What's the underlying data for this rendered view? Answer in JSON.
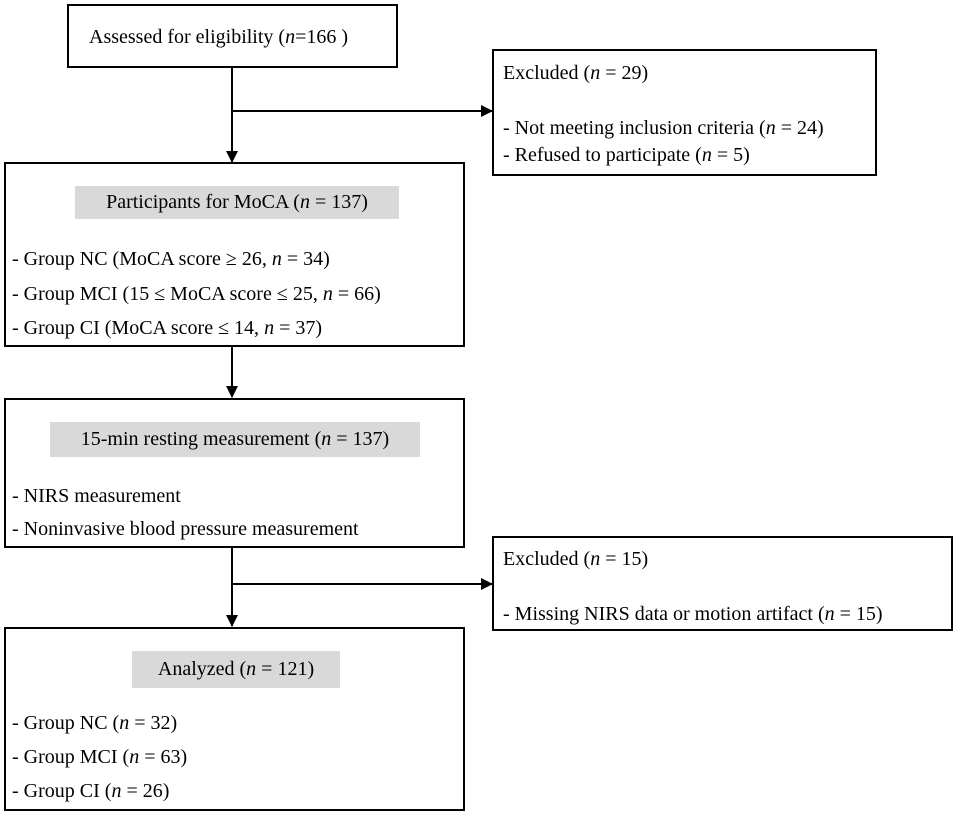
{
  "box_eligibility": {
    "text_pre": "Assessed for eligibility (",
    "n_italic": "n",
    "text_post": "=166 )"
  },
  "box_excluded_1": {
    "title_pre": "Excluded (",
    "title_n": "n",
    "title_post": " = 29)",
    "items": [
      {
        "pre": "- Not meeting inclusion criteria (",
        "n": "n",
        "post": " = 24)"
      },
      {
        "pre": "- Refused to participate (",
        "n": "n",
        "post": " = 5)"
      }
    ]
  },
  "box_moca": {
    "header_pre": "Participants for MoCA (",
    "header_n": "n",
    "header_post": " = 137)",
    "items": [
      {
        "pre": "-  Group NC (MoCA score ≥ 26, ",
        "n": "n",
        "post": " = 34)"
      },
      {
        "pre": "-  Group MCI (15  ≤ MoCA score ≤ 25, ",
        "n": "n",
        "post": " = 66)"
      },
      {
        "pre": "-  Group CI (MoCA score ≤ 14, ",
        "n": "n",
        "post": " = 37)"
      }
    ]
  },
  "box_resting": {
    "header_pre": "15-min resting measurement (",
    "header_n": "n",
    "header_post": " = 137)",
    "items": [
      {
        "text": "- NIRS measurement"
      },
      {
        "text": "- Noninvasive blood pressure measurement"
      }
    ]
  },
  "box_excluded_2": {
    "title_pre": "Excluded (",
    "title_n": "n",
    "title_post": " = 15)",
    "items": [
      {
        "pre": "- Missing NIRS data or motion artifact  (",
        "n": "n",
        "post": " = 15)"
      }
    ]
  },
  "box_analyzed": {
    "header_pre": "Analyzed  (",
    "header_n": "n",
    "header_post": " = 121)",
    "items": [
      {
        "pre": "- Group NC (",
        "n": "n",
        "post": " = 32)"
      },
      {
        "pre": "- Group MCI (",
        "n": "n",
        "post": " = 63)"
      },
      {
        "pre": "- Group CI (",
        "n": "n",
        "post": " = 26)"
      }
    ]
  }
}
